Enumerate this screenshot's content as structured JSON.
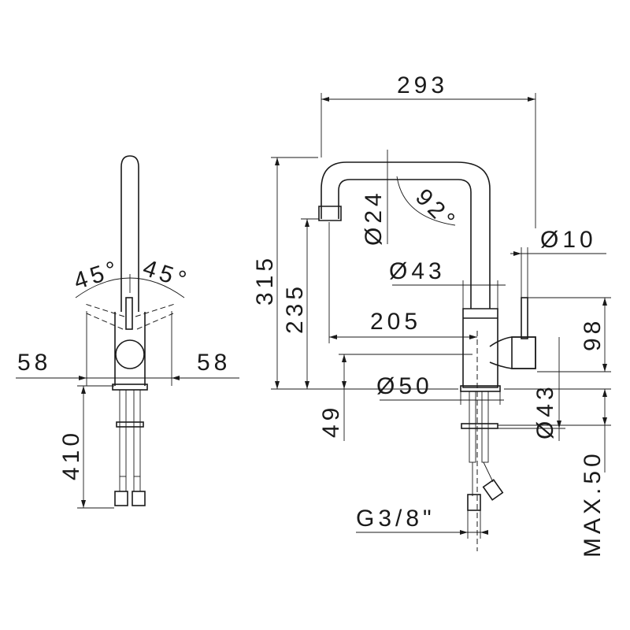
{
  "side_view": {
    "angle_left": "45°",
    "angle_right": "45°",
    "width_left": "58",
    "width_right": "58",
    "hose_length": "410"
  },
  "front_view": {
    "overall_width": "293",
    "overall_height": "315",
    "spout_height": "235",
    "reach": "205",
    "spout_diameter": "Ø24",
    "spout_angle": "92°",
    "lever_diameter": "Ø10",
    "body_diameter": "Ø43",
    "lever_height": "98",
    "base_diameter": "Ø50",
    "base_height": "49",
    "shank_diameter": "Ø43",
    "max_thickness": "MAX.50",
    "connection_thread": "G3/8\""
  }
}
